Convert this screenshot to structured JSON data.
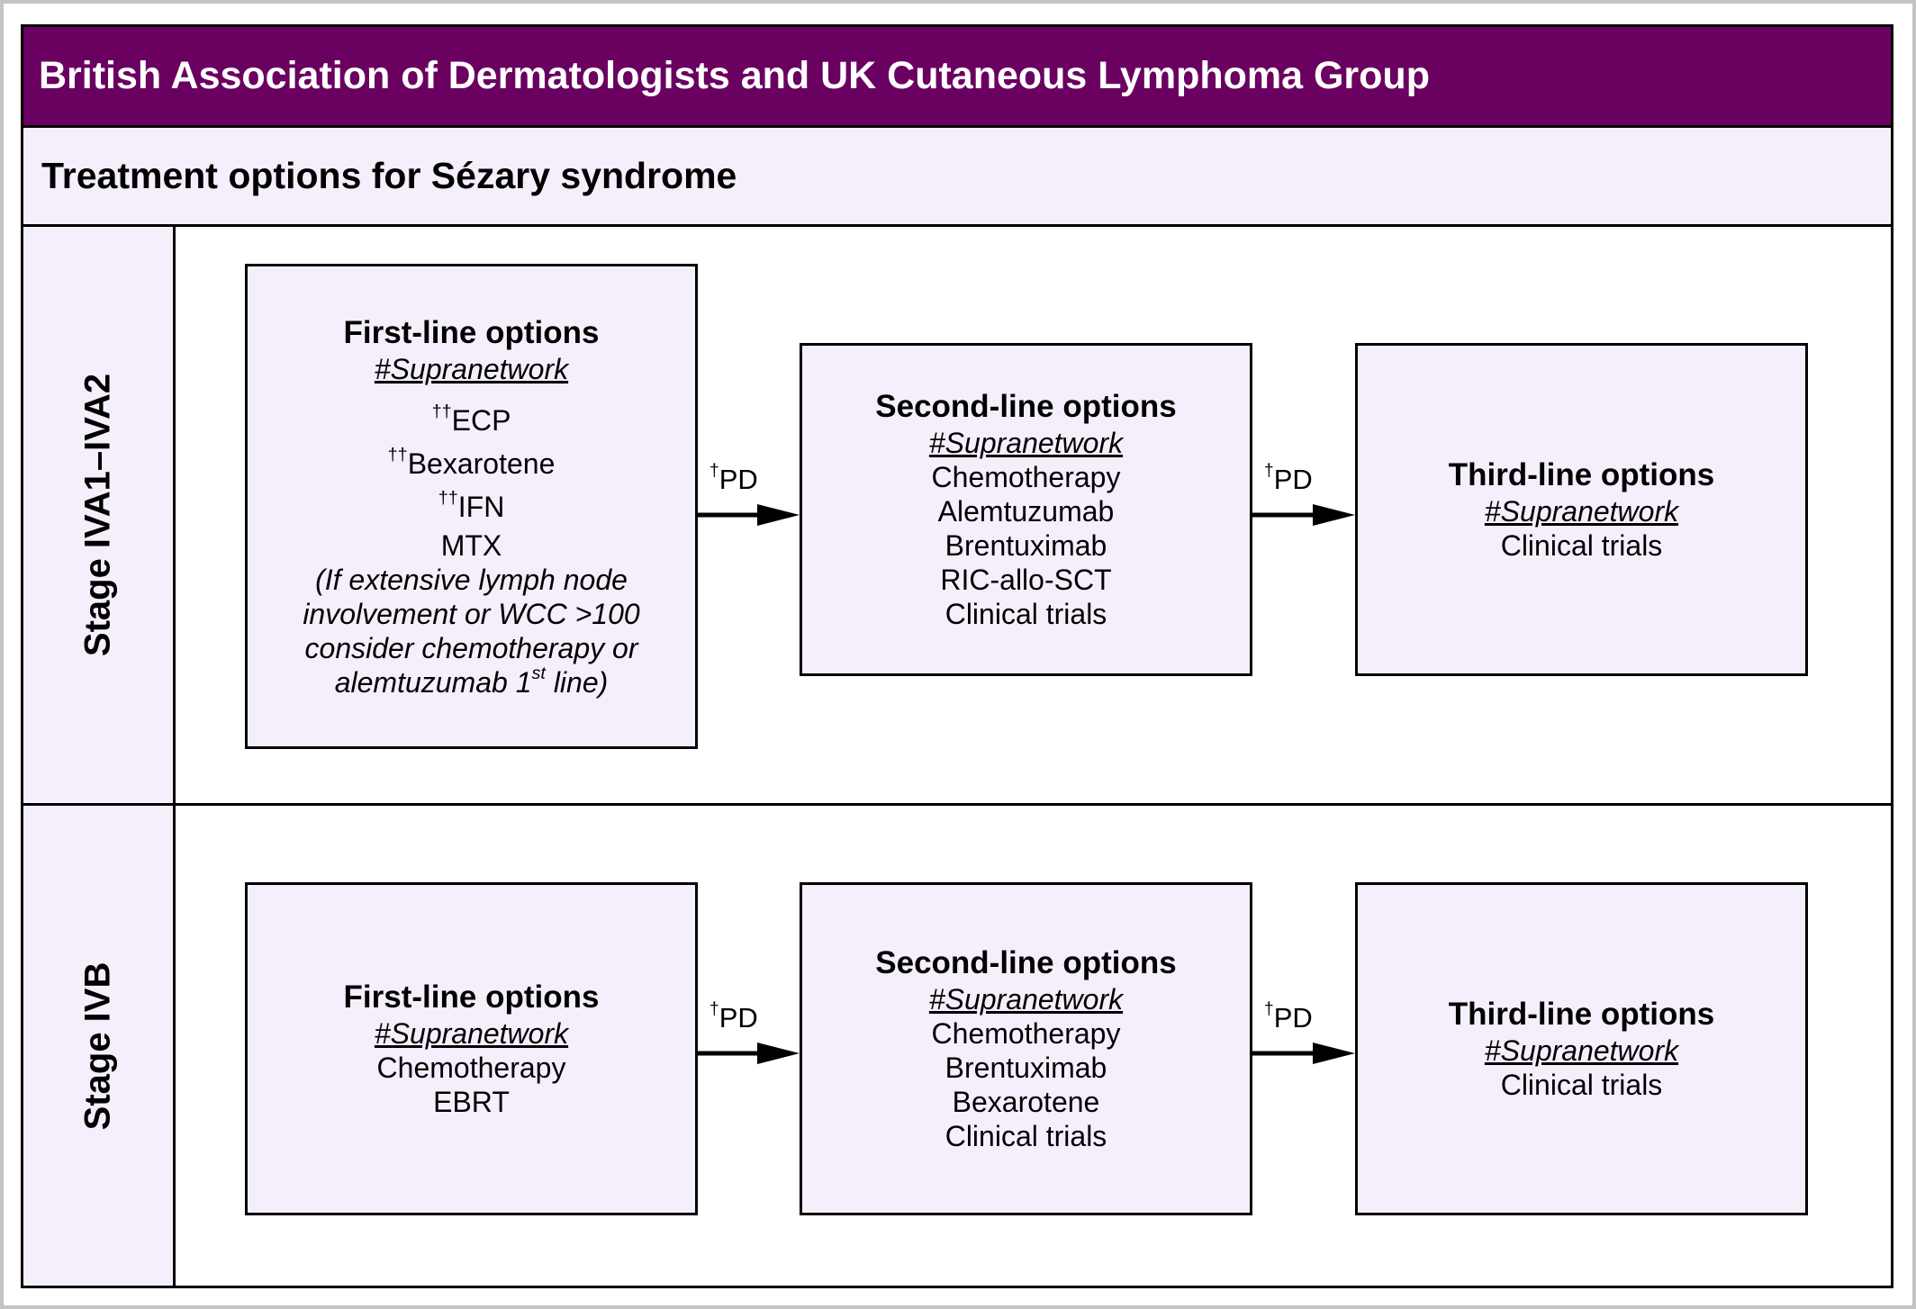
{
  "colors": {
    "header_bg": "#6a0060",
    "light_bg": "#f5effc"
  },
  "header": {
    "title": "British Association of Dermatologists and UK Cutaneous Lymphoma Group"
  },
  "subheader": {
    "title": "Treatment options for Sézary syndrome"
  },
  "stages": {
    "iva": {
      "label": "Stage IVA1–IVA2",
      "first_line": {
        "title": "First-line options",
        "supranetwork": "#Supranetwork",
        "items": [
          {
            "mark": "††",
            "text": "ECP"
          },
          {
            "mark": "††",
            "text": "Bexarotene"
          },
          {
            "mark": "††",
            "text": "IFN"
          },
          {
            "mark": "",
            "text": "MTX"
          }
        ],
        "note_lines": [
          "(If extensive lymph node",
          "involvement or WCC >100",
          "consider chemotherapy or"
        ],
        "note_last_pre": "alemtuzumab 1",
        "note_last_sup": "st",
        "note_last_post": " line)"
      },
      "arrow1": {
        "dagger": "†",
        "label": "PD"
      },
      "second_line": {
        "title": "Second-line options",
        "supranetwork": "#Supranetwork",
        "items": [
          "Chemotherapy",
          "Alemtuzumab",
          "Brentuximab",
          "RIC-allo-SCT",
          "Clinical trials"
        ]
      },
      "arrow2": {
        "dagger": "†",
        "label": "PD"
      },
      "third_line": {
        "title": "Third-line options",
        "supranetwork": "#Supranetwork",
        "items": [
          "Clinical trials"
        ]
      }
    },
    "ivb": {
      "label": "Stage IVB",
      "first_line": {
        "title": "First-line options",
        "supranetwork": "#Supranetwork",
        "items": [
          "Chemotherapy",
          "EBRT"
        ]
      },
      "arrow1": {
        "dagger": "†",
        "label": "PD"
      },
      "second_line": {
        "title": "Second-line options",
        "supranetwork": "#Supranetwork",
        "items": [
          "Chemotherapy",
          "Brentuximab",
          "Bexarotene",
          "Clinical trials"
        ]
      },
      "arrow2": {
        "dagger": "†",
        "label": "PD"
      },
      "third_line": {
        "title": "Third-line options",
        "supranetwork": "#Supranetwork",
        "items": [
          "Clinical trials"
        ]
      }
    }
  }
}
